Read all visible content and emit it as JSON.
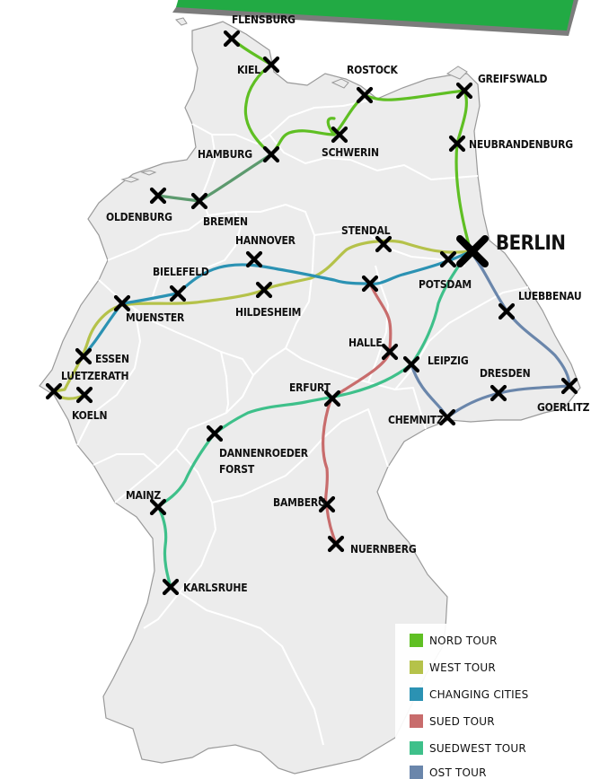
{
  "map": {
    "capital": {
      "id": "berlin",
      "name": "BERLIN"
    },
    "cities": [
      {
        "id": "flensburg",
        "name": "FLENSBURG"
      },
      {
        "id": "kiel",
        "name": "KIEL"
      },
      {
        "id": "rostock",
        "name": "ROSTOCK"
      },
      {
        "id": "greifswald",
        "name": "GREIFSWALD"
      },
      {
        "id": "hamburg",
        "name": "HAMBURG"
      },
      {
        "id": "schwerin",
        "name": "SCHWERIN"
      },
      {
        "id": "neubrandenburg",
        "name": "NEUBRANDENBURG"
      },
      {
        "id": "oldenburg",
        "name": "OLDENBURG"
      },
      {
        "id": "bremen",
        "name": "BREMEN"
      },
      {
        "id": "hannover",
        "name": "HANNOVER"
      },
      {
        "id": "stendal",
        "name": "STENDAL"
      },
      {
        "id": "bielefeld",
        "name": "BIELEFELD"
      },
      {
        "id": "potsdam",
        "name": "POTSDAM"
      },
      {
        "id": "muenster",
        "name": "MUENSTER"
      },
      {
        "id": "hildesheim",
        "name": "HILDESHEIM"
      },
      {
        "id": "luebbenau",
        "name": "LUEBBENAU"
      },
      {
        "id": "essen",
        "name": "ESSEN"
      },
      {
        "id": "halle",
        "name": "HALLE"
      },
      {
        "id": "lutzerath",
        "name": "LUETZERATH"
      },
      {
        "id": "leipzig",
        "name": "LEIPZIG"
      },
      {
        "id": "koeln",
        "name": "KOELN"
      },
      {
        "id": "dresden",
        "name": "DRESDEN"
      },
      {
        "id": "erfurt",
        "name": "ERFURT"
      },
      {
        "id": "goerlitz",
        "name": "GOERLITZ"
      },
      {
        "id": "chemnitz",
        "name": "CHEMNITZ"
      },
      {
        "id": "dannenroeder",
        "name": "DANNENROEDER",
        "name2": "FORST"
      },
      {
        "id": "mainz",
        "name": "MAINZ"
      },
      {
        "id": "bamberg",
        "name": "BAMBERG"
      },
      {
        "id": "nuernberg",
        "name": "NUERNBERG"
      },
      {
        "id": "karlsruhe",
        "name": "KARLSRUHE"
      }
    ]
  },
  "legend": {
    "items": [
      {
        "label": "NORD TOUR",
        "color": "#5fbf23"
      },
      {
        "label": "WEST TOUR",
        "color": "#b5c24a"
      },
      {
        "label": "CHANGING CITIES",
        "color": "#2b92b3"
      },
      {
        "label": "SUED TOUR",
        "color": "#c86c6c"
      },
      {
        "label": "SUEDWEST TOUR",
        "color": "#3ec08a"
      },
      {
        "label": "OST TOUR",
        "color": "#6a86ab"
      }
    ]
  },
  "colors": {
    "land": "#ececec",
    "border": "#ffffff",
    "banner": "#22aa44"
  }
}
